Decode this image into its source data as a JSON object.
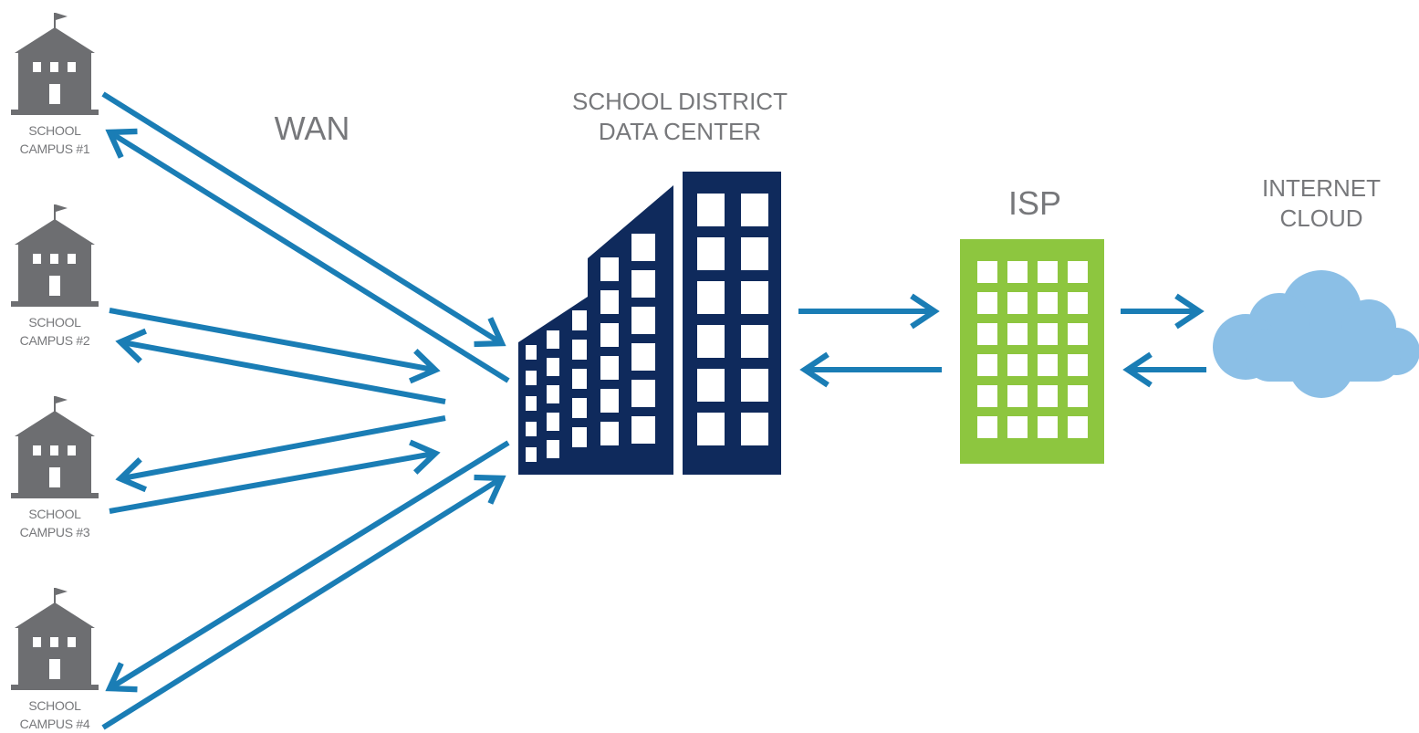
{
  "colors": {
    "arrow": "#1a7db5",
    "school": "#6d6e71",
    "data_center": "#0f2a5c",
    "isp": "#8dc63f",
    "cloud": "#8bbfe6",
    "label": "#77787b"
  },
  "labels": {
    "wan": "WAN",
    "data_center": [
      "SCHOOL DISTRICT",
      "DATA CENTER"
    ],
    "isp": "ISP",
    "internet_cloud": [
      "INTERNET",
      "CLOUD"
    ]
  },
  "campuses": [
    {
      "line1": "SCHOOL",
      "line2": "CAMPUS #1",
      "icon": "school-building-icon"
    },
    {
      "line1": "SCHOOL",
      "line2": "CAMPUS #2",
      "icon": "school-building-icon"
    },
    {
      "line1": "SCHOOL",
      "line2": "CAMPUS #3",
      "icon": "school-building-icon"
    },
    {
      "line1": "SCHOOL",
      "line2": "CAMPUS #4",
      "icon": "school-building-icon"
    }
  ]
}
